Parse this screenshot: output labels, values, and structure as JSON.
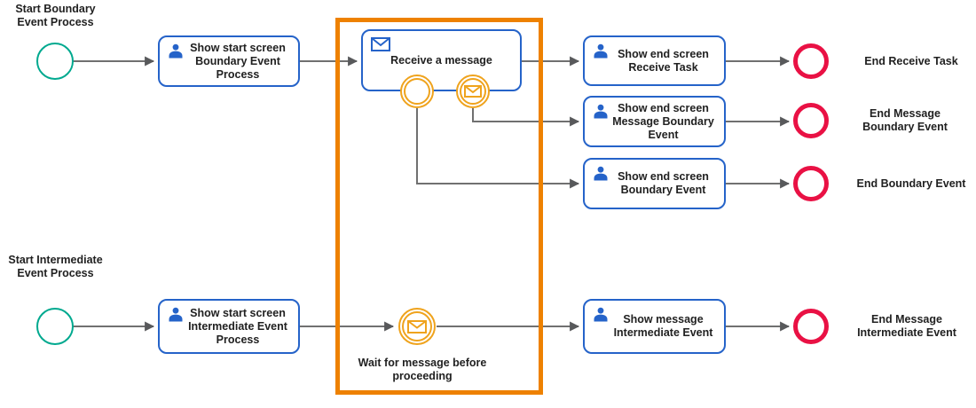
{
  "colors": {
    "start-green": "#00A98F",
    "end-red": "#E91144",
    "task-blue": "#2563C9",
    "event-amber": "#EFA31D",
    "highlight-orange": "#EE8100",
    "flow-gray": "#707070",
    "arrowhead-gray": "#58595B",
    "text-dark": "#212121"
  },
  "diagram": {
    "start_events": [
      {
        "label": "Start Boundary Event Process"
      },
      {
        "label": "Start Intermediate Event Process"
      }
    ],
    "tasks": [
      {
        "label": "Show start screen Boundary Event Process",
        "icon": "user"
      },
      {
        "label": "Receive a message",
        "icon": "message"
      },
      {
        "label": "Show end screen Receive Task",
        "icon": "user"
      },
      {
        "label": "Show end screen Message Boundary Event",
        "icon": "user"
      },
      {
        "label": "Show end screen Boundary Event",
        "icon": "user"
      },
      {
        "label": "Show start screen Intermediate Event Process",
        "icon": "user"
      },
      {
        "label": "Show message Intermediate Event",
        "icon": "user"
      }
    ],
    "catch_events": [
      {
        "type": "boundary-event",
        "label": ""
      },
      {
        "type": "message-boundary-event",
        "label": ""
      },
      {
        "type": "message-intermediate-event",
        "label": "Wait for message before proceeding"
      }
    ],
    "end_events": [
      {
        "label": "End Receive Task"
      },
      {
        "label": "End Message Boundary Event"
      },
      {
        "label": "End Boundary Event"
      },
      {
        "label": "End Message Intermediate Event"
      }
    ]
  }
}
